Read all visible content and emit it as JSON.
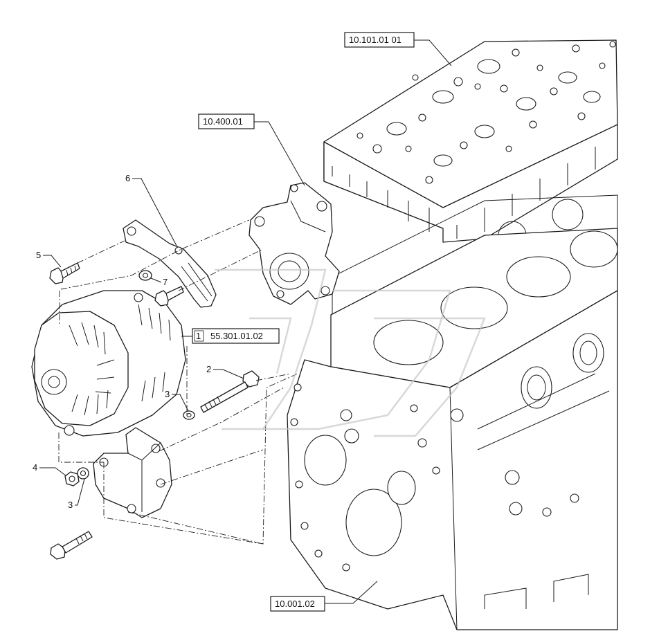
{
  "references": {
    "cylinder_head": "10.101.01 01",
    "water_pump": "10.400.01",
    "alternator_qty": "1",
    "alternator": "55.301.01.02",
    "engine_block": "10.001.02"
  },
  "item_numbers": {
    "bracket_strap": "6",
    "upper_screw": "5",
    "washer_upper": "7",
    "long_bolt": "2",
    "washer_mid": "3",
    "nut": "4",
    "washer_lower": "3"
  },
  "colors": {
    "line": "#1a1a1a",
    "background": "#ffffff",
    "watermark": "#c8c8c8"
  }
}
